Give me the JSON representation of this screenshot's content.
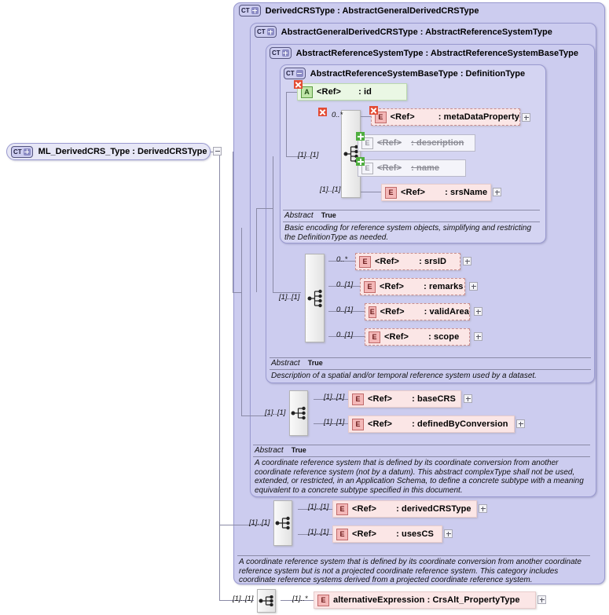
{
  "root": {
    "chip": "CT",
    "chip_state": "plus",
    "label": "ML_DerivedCRS_Type : DerivedCRSType"
  },
  "containers": [
    {
      "chip": "CT",
      "chip_state": "plus",
      "label": "DerivedCRSType : AbstractGeneralDerivedCRSType"
    },
    {
      "chip": "CT",
      "chip_state": "plus",
      "label": "AbstractGeneralDerivedCRSType : AbstractReferenceSystemType"
    },
    {
      "chip": "CT",
      "chip_state": "plus",
      "label": "AbstractReferenceSystemType : AbstractReferenceSystemBaseType"
    },
    {
      "chip": "CT",
      "chip_state": "minus",
      "label": "AbstractReferenceSystemBaseType : DefinitionType"
    }
  ],
  "nodes": {
    "id": {
      "badge": "A",
      "ref": "<Ref>",
      "name": ": id",
      "marker": "x"
    },
    "metaDataProperty": {
      "badge": "E",
      "ref": "<Ref>",
      "name": ": metaDataProperty",
      "marker": "x",
      "occ": "0..*"
    },
    "description": {
      "badge": "E",
      "ref": "<Ref>",
      "name": ": description",
      "marker": "plus"
    },
    "name": {
      "badge": "E",
      "ref": "<Ref>",
      "name": ": name",
      "marker": "plus"
    },
    "srsName": {
      "badge": "E",
      "ref": "<Ref>",
      "name": ": srsName",
      "occ": "[1]..[1]"
    },
    "srsID": {
      "badge": "E",
      "ref": "<Ref>",
      "name": ": srsID",
      "occ": "0..*"
    },
    "remarks": {
      "badge": "E",
      "ref": "<Ref>",
      "name": ": remarks",
      "occ": "0..[1]"
    },
    "validArea": {
      "badge": "E",
      "ref": "<Ref>",
      "name": ": validArea",
      "occ": "0..[1]"
    },
    "scope": {
      "badge": "E",
      "ref": "<Ref>",
      "name": ": scope",
      "occ": "0..[1]"
    },
    "baseCRS": {
      "badge": "E",
      "ref": "<Ref>",
      "name": ": baseCRS",
      "occ": "[1]..[1]"
    },
    "definedByConversion": {
      "badge": "E",
      "ref": "<Ref>",
      "name": ": definedByConversion",
      "occ": "[1]..[1]"
    },
    "derivedCRSType": {
      "badge": "E",
      "ref": "<Ref>",
      "name": ": derivedCRSType",
      "occ": "[1]..[1]"
    },
    "usesCS": {
      "badge": "E",
      "ref": "<Ref>",
      "name": ": usesCS",
      "occ": "[1]..[1]"
    },
    "alternativeExpression": {
      "badge": "E",
      "ref": "",
      "name": "alternativeExpression : CrsAlt_PropertyType",
      "occ": "[1]..*"
    }
  },
  "sequence_occurrences": {
    "base_seq": "[1]..[1]",
    "refsys_seq": "[1]..[1]",
    "derived_seq": "[1]..[1]",
    "crs_seq": "[1]..[1]",
    "root_seq": "[1]..[1]"
  },
  "docs": {
    "base": {
      "abstract_key": "Abstract",
      "abstract_value": "True",
      "text": "Basic encoding for reference system objects, simplifying and restricting the DefinitionType as needed."
    },
    "refsys": {
      "abstract_key": "Abstract",
      "abstract_value": "True",
      "text": "Description of a spatial and/or temporal reference system used by a dataset."
    },
    "generalderived": {
      "abstract_key": "Abstract",
      "abstract_value": "True",
      "text": "A coordinate reference system that is defined by its coordinate conversion from another coordinate reference system (not by a datum). This abstract complexType shall not be used, extended, or restricted, in an Application Schema, to define a concrete subtype with a meaning equivalent to a concrete subtype specified in this document."
    },
    "derived": {
      "text": "A coordinate reference system that is defined by its coordinate conversion from another coordinate reference system but is not a projected coordinate reference system. This category includes coordinate reference systems derived from a projected coordinate reference system."
    }
  },
  "colors": {
    "container_fill": "#ccccef",
    "container_border": "#9a9ad0",
    "element_fill": "#fbe6e6",
    "element_badge": "#f4b8b8",
    "attribute_fill": "#eaf7e4",
    "attribute_badge": "#bfe6a8",
    "line": "#8a8aa6",
    "marker_x": "#e34b34",
    "marker_plus": "#4fae3f"
  }
}
